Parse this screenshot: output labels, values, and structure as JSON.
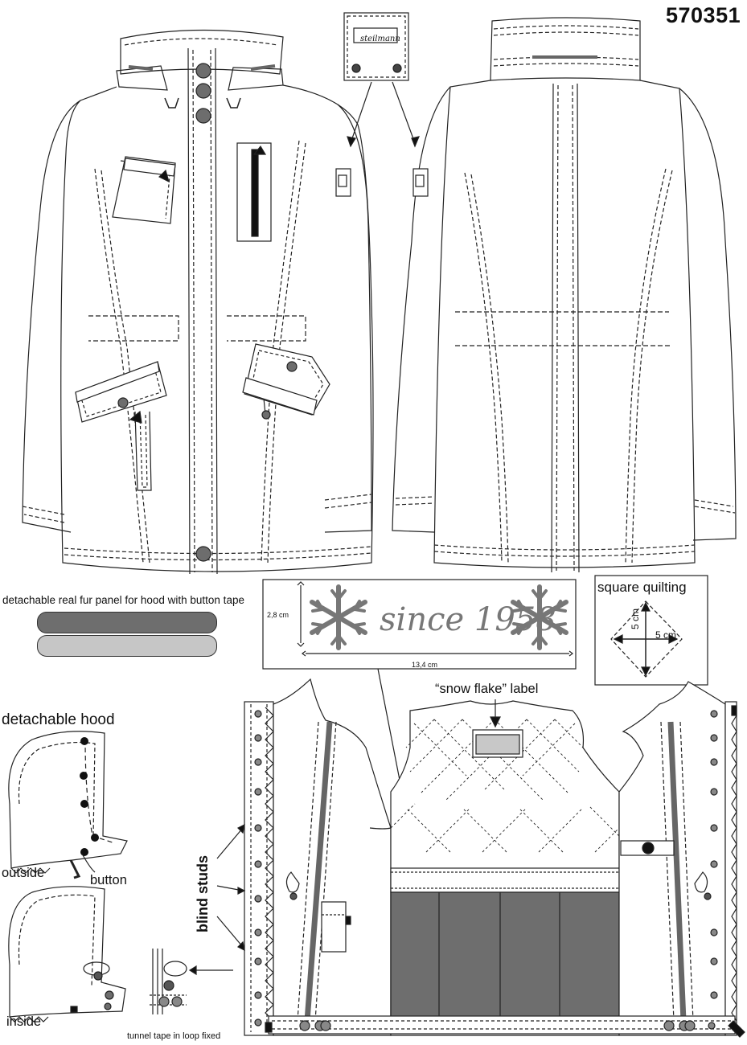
{
  "style_number": "570351",
  "brand_label": "steilmann",
  "fur_panel_caption": "detachable real fur panel for hood with button tape",
  "hood": {
    "title": "detachable hood",
    "outside": "outside",
    "button": "button",
    "inside": "inside"
  },
  "tunnel_caption": "tunnel tape in loop fixed",
  "logo": {
    "text": "since 1958",
    "height": "2,8 cm",
    "width": "13,4 cm"
  },
  "quilting": {
    "title": "square quilting",
    "dim_v": "5 cm",
    "dim_h": "5 cm"
  },
  "snowflake_label": "“snow flake” label",
  "blind_studs": "blind studs",
  "colors": {
    "outline": "#222222",
    "button": "#6d6d6d",
    "lining": "#6e6e6e",
    "fur_light": "#c6c6c6"
  }
}
